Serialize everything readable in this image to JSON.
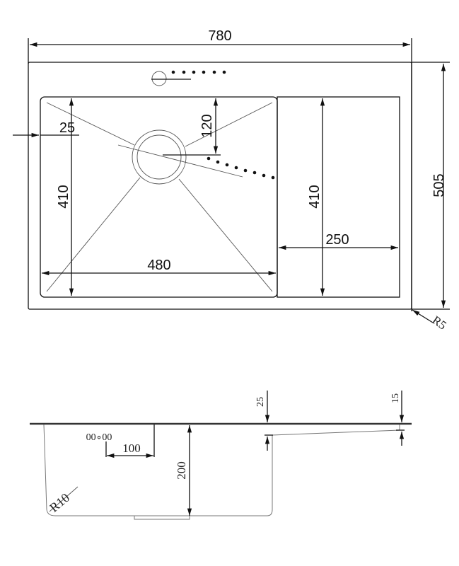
{
  "top_view": {
    "overall_width": "780",
    "overall_depth": "505",
    "rim_offset": "25",
    "bowl_depth_left": "410",
    "drain_offset": "120",
    "bowl_width": "480",
    "drainboard_depth": "410",
    "drainboard_width": "250",
    "corner_radius": "R5"
  },
  "side_view": {
    "bowl_height": "200",
    "overflow_offset": "100",
    "overflow_symbol": "00∘00",
    "step_depth": "25",
    "board_thickness": "15",
    "bottom_radius": "R10"
  }
}
